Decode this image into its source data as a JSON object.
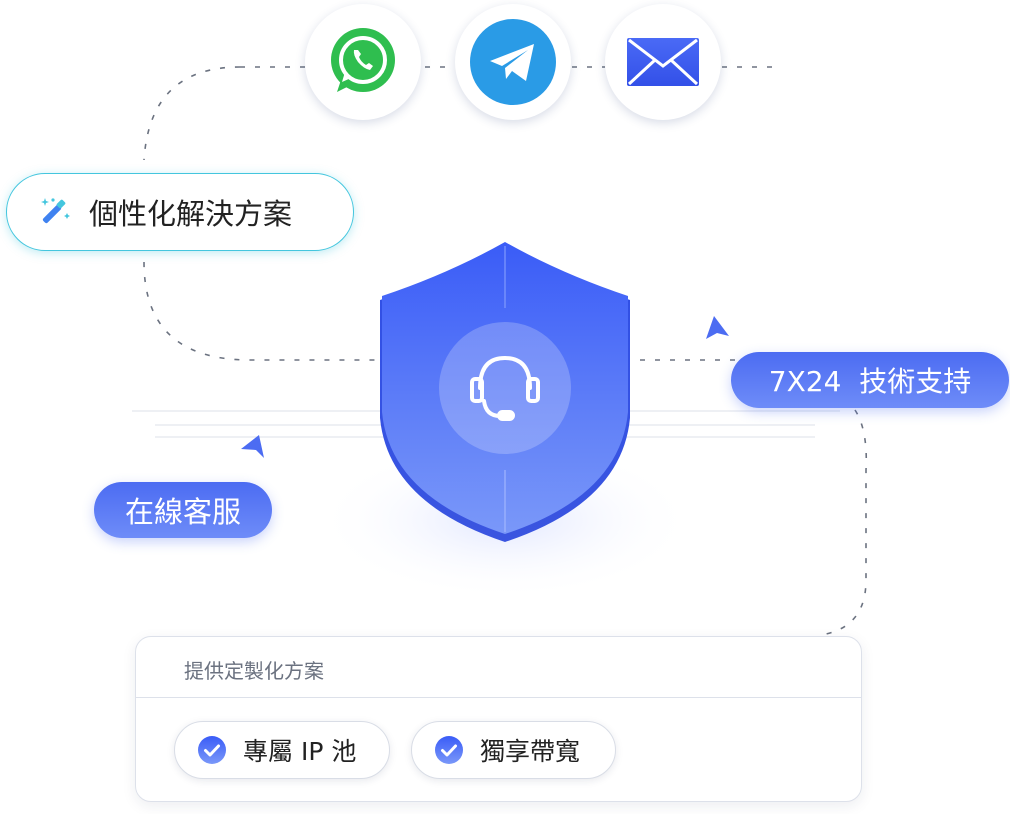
{
  "channels": [
    {
      "icon": "whatsapp-icon",
      "color": "#2fbe4f"
    },
    {
      "icon": "telegram-icon",
      "color": "#2a9be6"
    },
    {
      "icon": "mail-icon",
      "color": "#3f5ef5"
    }
  ],
  "solution_pill": {
    "icon": "magic-wand-icon",
    "label": "個性化解決方案"
  },
  "support_pill": {
    "label": "7X24  技術支持"
  },
  "online_pill": {
    "label": "在線客服"
  },
  "shield": {
    "icon": "headset-icon",
    "gradient": [
      "#3a5cf7",
      "#7a98f9"
    ]
  },
  "custom_card": {
    "title": "提供定製化方案",
    "options": [
      {
        "icon": "check-circle-icon",
        "label": "專屬 IP 池"
      },
      {
        "icon": "check-circle-icon",
        "label": "獨享帶寬"
      }
    ]
  },
  "colors": {
    "accent_blue": "#4c6cf2",
    "teal_border": "#44c6de",
    "whatsapp_green": "#2fbe4f",
    "telegram_blue": "#2a9be6"
  }
}
